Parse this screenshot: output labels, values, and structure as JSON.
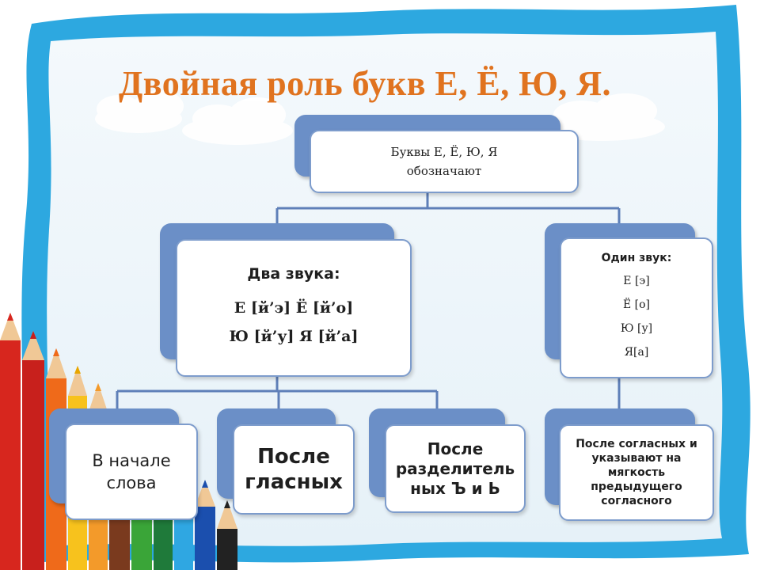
{
  "title": "Двойная роль букв Е, Ё, Ю, Я.",
  "root": {
    "lines": [
      "Буквы Е, Ё, Ю, Я",
      "обозначают"
    ]
  },
  "two_sounds": {
    "heading": "Два звука:",
    "lines": [
      "Е [й’э]   Ё [й’о]",
      "Ю [й’у]  Я [й’а]"
    ]
  },
  "one_sound": {
    "heading": "Один звук:",
    "lines": [
      "Е [э]",
      "Ё [о]",
      "Ю [у]",
      "Я[а]"
    ]
  },
  "leaves": {
    "word_start": [
      "В начале",
      "слова"
    ],
    "after_vowels": [
      "После",
      "гласных"
    ],
    "after_signs": [
      "После",
      "разделитель",
      "ных Ъ и Ь"
    ],
    "after_consonants": [
      "После согласных и",
      "указывают на",
      "мягкость",
      "предыдущего",
      "согласного"
    ]
  },
  "colors": {
    "frame": "#2da8e0",
    "panel": "#eef6fb",
    "title": "#e0731f",
    "box_back": "#6b8fc7",
    "connector": "#5e7fb8"
  }
}
